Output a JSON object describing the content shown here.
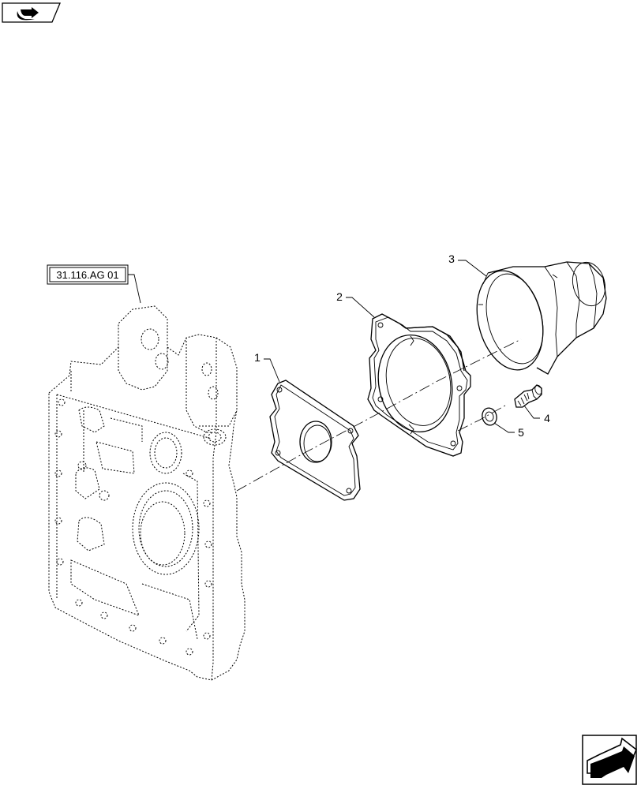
{
  "header": {
    "nav_icon": "book-arrow-icon"
  },
  "reference": {
    "label": "31.116.AG 01"
  },
  "callouts": [
    "1",
    "2",
    "3",
    "4",
    "5"
  ],
  "footer": {
    "nav_icon": "next-arrow-icon"
  }
}
